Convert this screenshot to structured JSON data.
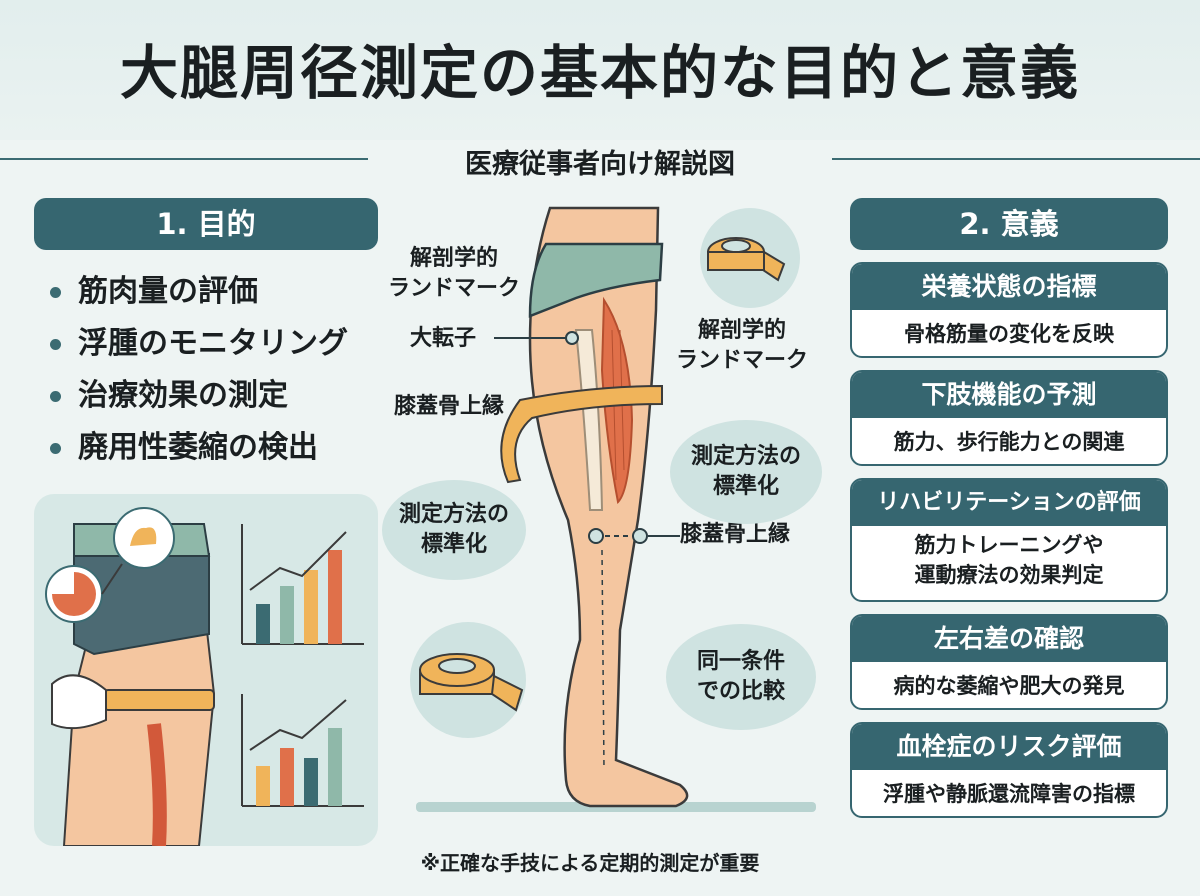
{
  "title": "大腿周径測定の基本的な目的と意義",
  "subtitle": "医療従事者向け解説図",
  "purpose": {
    "header": "1. 目的",
    "items": [
      {
        "label": "筋肉量の評価"
      },
      {
        "label": "浮腫のモニタリング"
      },
      {
        "label": "治療効果の測定"
      },
      {
        "label": "廃用性萎縮の検出"
      }
    ]
  },
  "diagram": {
    "landmark_left": "解剖学的\nランドマーク",
    "greater_trochanter": "大転子",
    "patella_upper_left": "膝蓋骨上縁",
    "landmark_right": "解剖学的\nランドマーク",
    "patella_upper_right": "膝蓋骨上縁",
    "bubble_standardize_left": "測定方法の\n標準化",
    "bubble_standardize_right": "測定方法の\n標準化",
    "bubble_same_condition": "同一条件\nでの比較"
  },
  "significance": {
    "header": "2. 意義",
    "items": [
      {
        "title": "栄養状態の指標",
        "desc": "骨格筋量の変化を反映"
      },
      {
        "title": "下肢機能の予測",
        "desc": "筋力、歩行能力との関連"
      },
      {
        "title": "リハビリテーションの評価",
        "desc": "筋力トレーニングや\n運動療法の効果判定"
      },
      {
        "title": "左右差の確認",
        "desc": "病的な萎縮や肥大の発見"
      },
      {
        "title": "血栓症のリスク評価",
        "desc": "浮腫や静脈還流障害の指標"
      }
    ]
  },
  "footer_note": "※正確な手技による定期的測定が重要",
  "colors": {
    "primary": "#366670",
    "bubble": "#cfe3e1",
    "skin": "#f4c6a0",
    "muscle": "#e0704a",
    "tape": "#f0b45a",
    "background": "#eef4f3"
  }
}
